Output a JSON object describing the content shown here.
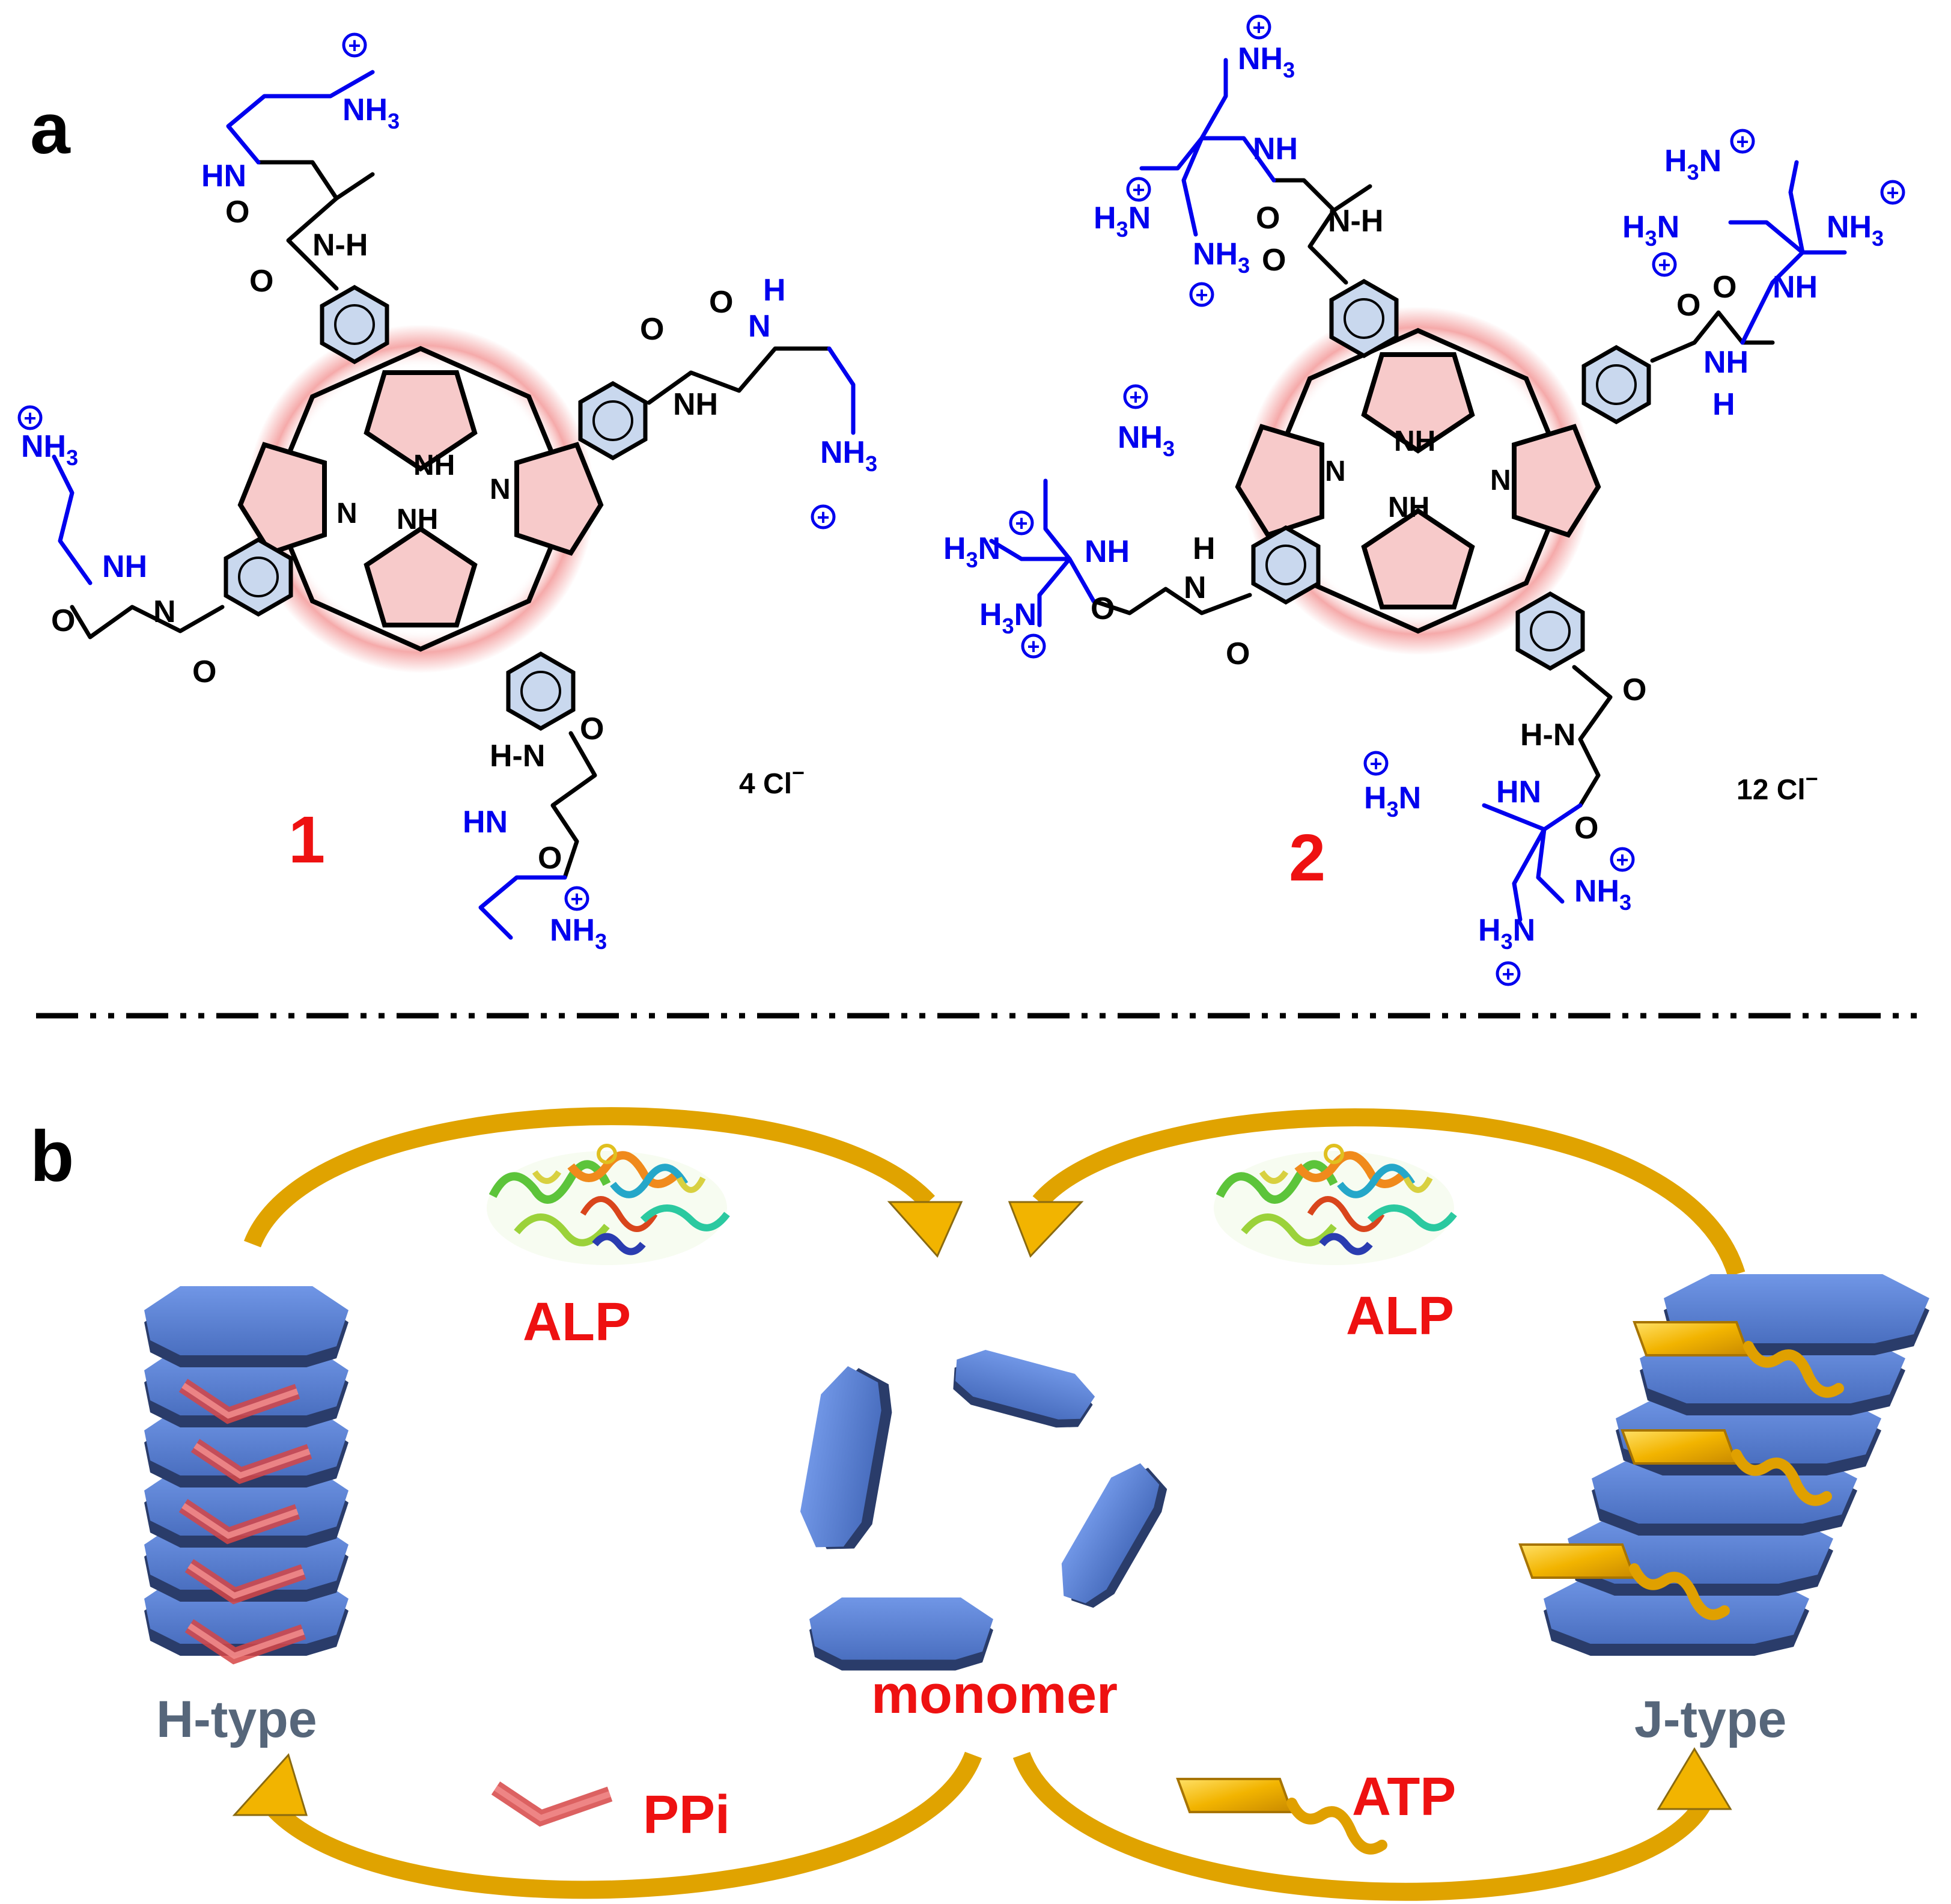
{
  "panels": {
    "a": "a",
    "b": "b"
  },
  "compounds": [
    {
      "number": "1",
      "counterion": "4 Cl",
      "charge": "−"
    },
    {
      "number": "2",
      "counterion": "12 Cl",
      "charge": "−"
    }
  ],
  "atoms": {
    "nh3": "NH",
    "h3n": "H",
    "h3n_n": "N",
    "sub3": "3",
    "hn": "HN",
    "nh": "NH",
    "n_h": "N-H",
    "h_n": "H-N",
    "n": "N",
    "h": "H",
    "o": "O",
    "plus": "+"
  },
  "scheme": {
    "enzyme_left": "ALP",
    "enzyme_right": "ALP",
    "center": "monomer",
    "left_state": "H-type",
    "right_state": "J-type",
    "anion_left": "PPi",
    "anion_right": "ATP"
  },
  "colors": {
    "black": "#000000",
    "amine_blue": "#0000ee",
    "label_red": "#ee1111",
    "state_gray": "#56667a",
    "plate_blue": "#5b82d4",
    "arrow_gold": "#f2b400",
    "porphyrin_glow": "#f4a0a0"
  }
}
